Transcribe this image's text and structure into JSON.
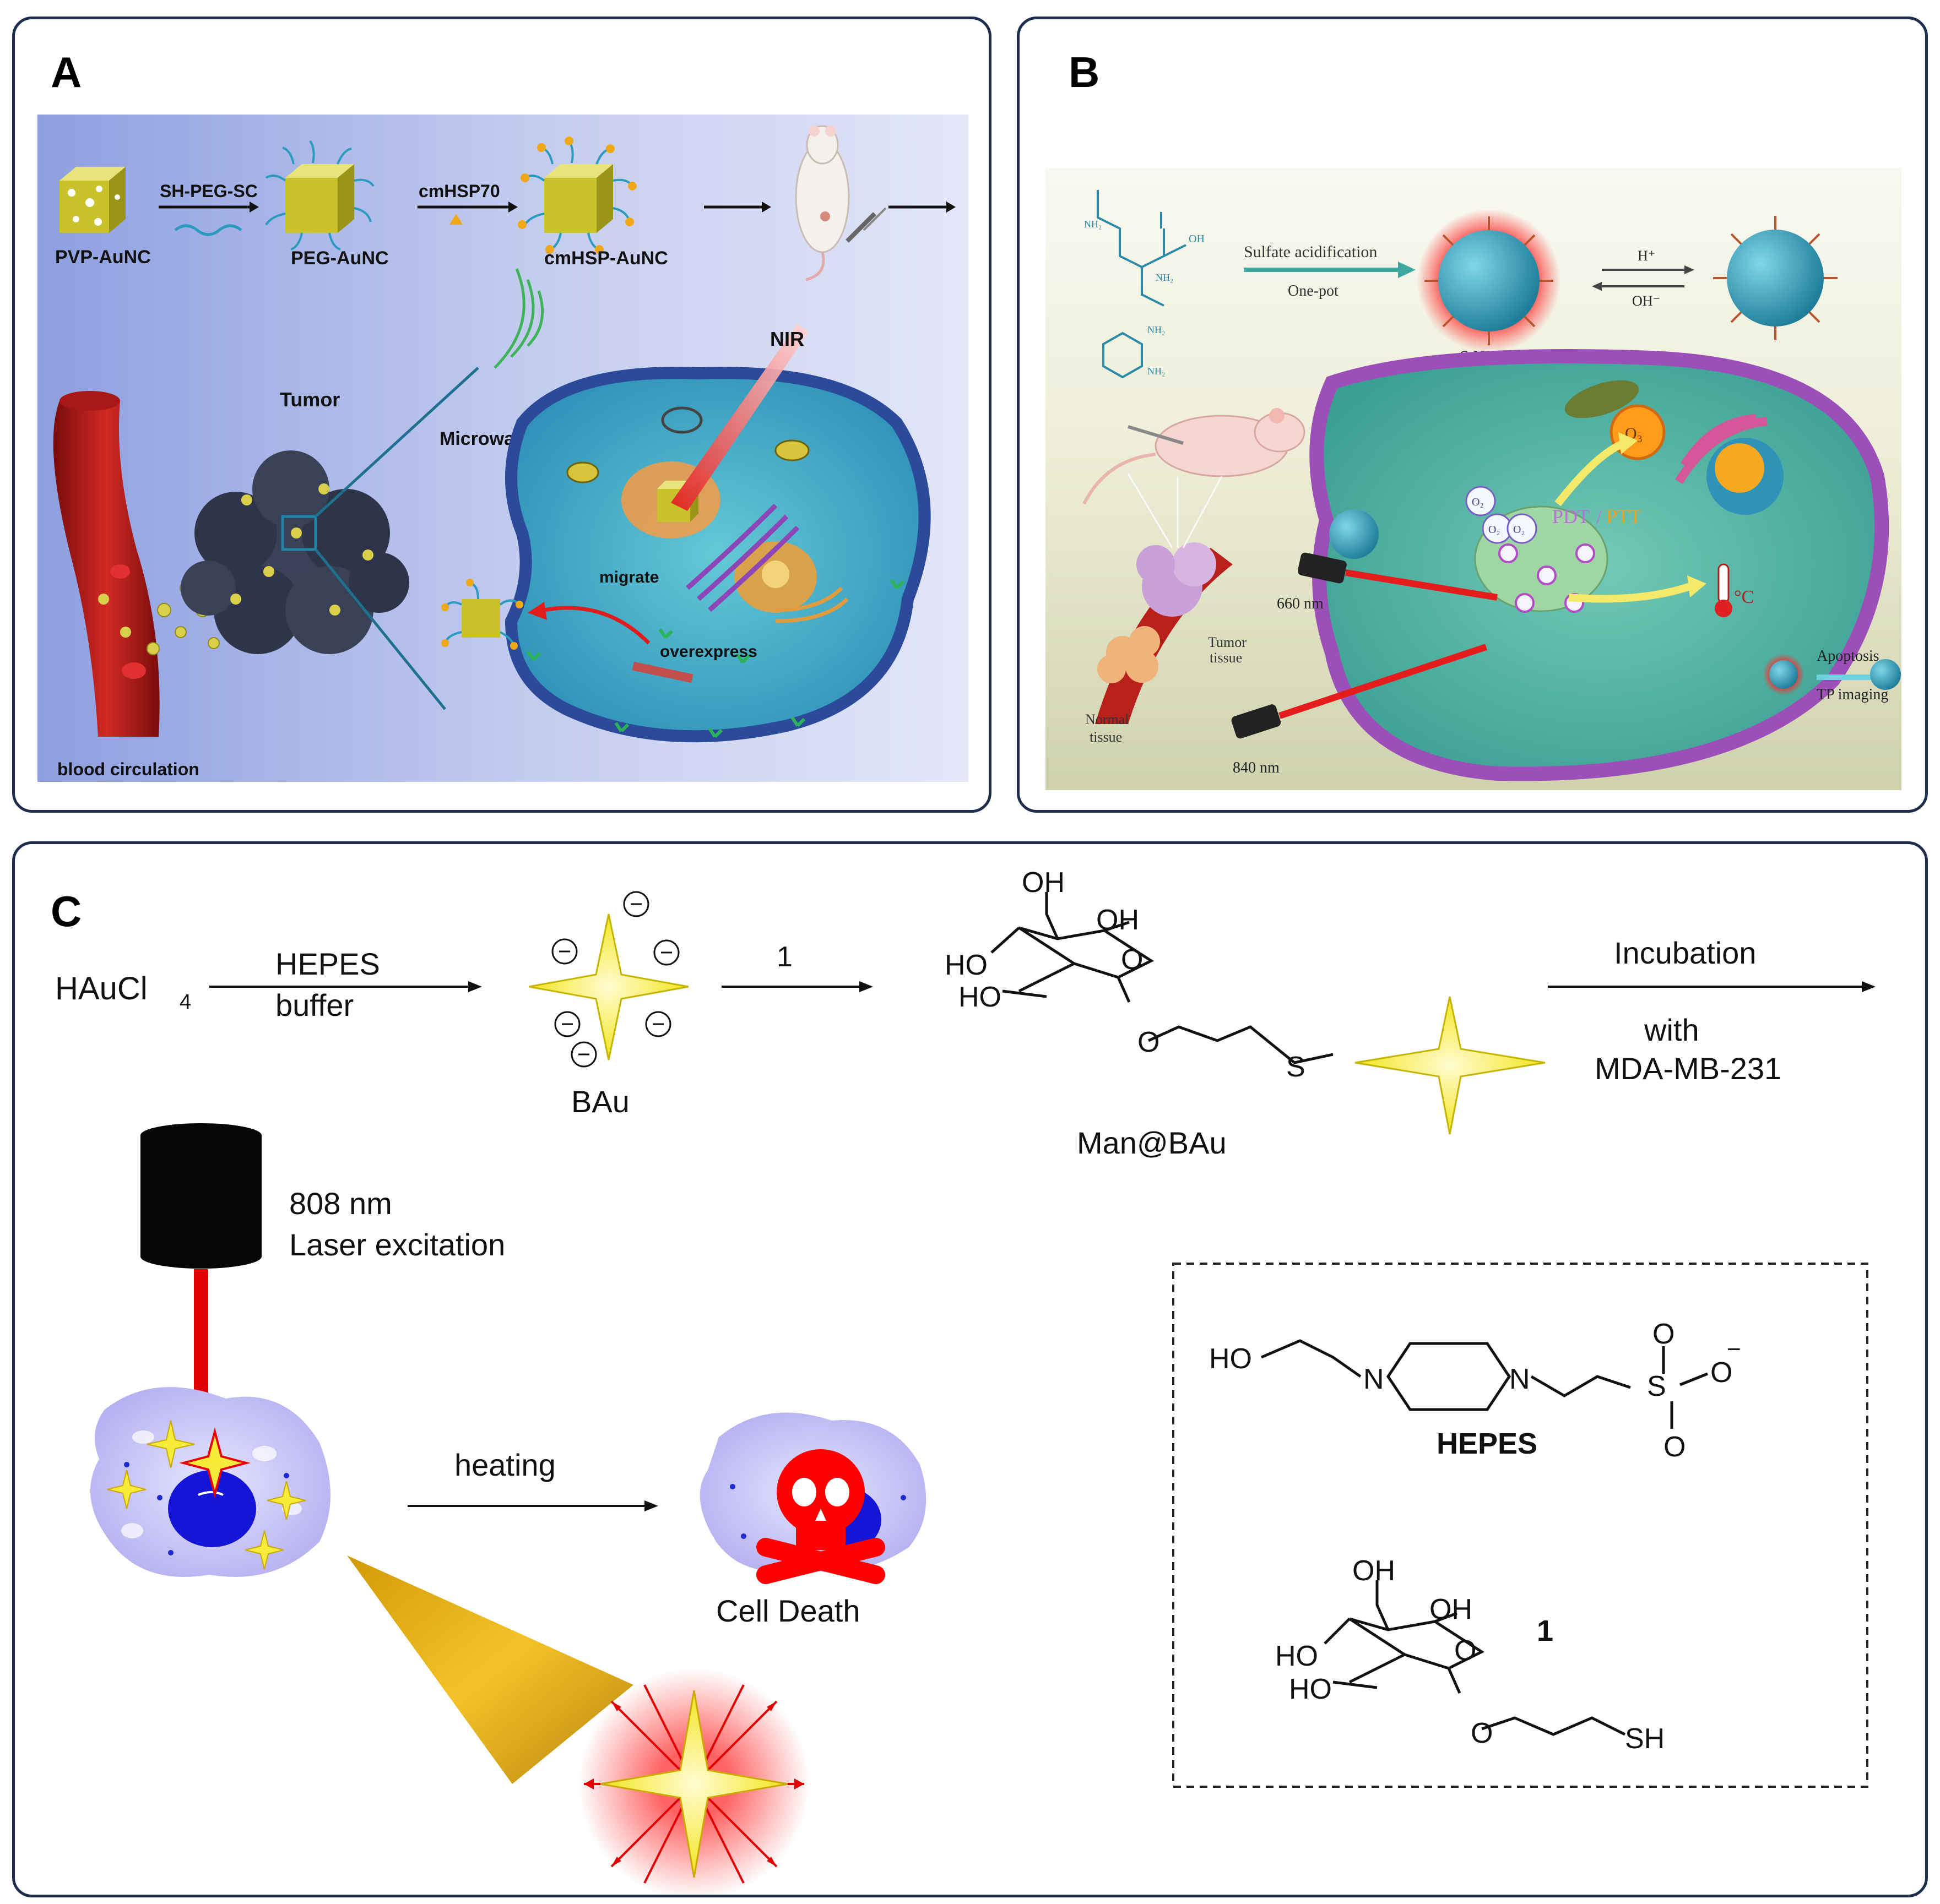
{
  "panel_a": {
    "label": "A",
    "steps": {
      "pvp": "PVP-AuNC",
      "reagent1": "SH-PEG-SC",
      "peg": "PEG-AuNC",
      "reagent2": "cmHSP70",
      "cmhsp": "cmHSP-AuNC"
    },
    "labels": {
      "tumor": "Tumor",
      "microwave": "Microwave",
      "nir": "NIR",
      "migrate": "migrate",
      "overexpress": "overexpress",
      "blood": "blood circulation"
    }
  },
  "panel_b": {
    "label": "B",
    "reaction": {
      "top": "Sulfate acidification",
      "bottom": "One-pot",
      "product": "S,N-CDs",
      "acid": "H⁺",
      "base": "OH⁻"
    },
    "molecule": {
      "nh2_a": "NH₂",
      "nh2_b": "NH₂",
      "oh": "OH",
      "nh2_c": "NH₂",
      "nh2_d": "NH₂"
    },
    "labels": {
      "l660": "660 nm",
      "l840": "840 nm",
      "tumor_tissue": "Tumor\ntissue",
      "normal_tissue": "Normal\ntissue",
      "pdt": "PDT",
      "slash": "/",
      "ptt": "PTT",
      "apoptosis": "Apoptosis",
      "tp": "TP imaging",
      "temp": "°C",
      "o2": "O₂",
      "o2b": "O₂",
      "o2c": "O₂",
      "o3": "O₃"
    }
  },
  "panel_c": {
    "label": "C",
    "haucl": "HAuCl",
    "haucl_sub": "4",
    "hepes_top": "HEPES",
    "hepes_bottom": "buffer",
    "bau": "BAu",
    "step1": "1",
    "man": "Man@BAu",
    "incubation": "Incubation",
    "with": "with",
    "cell_line": "MDA-MB-231",
    "laser_nm": "808 nm",
    "laser": "Laser excitation",
    "heating": "heating",
    "death": "Cell Death",
    "minus": "−",
    "mol_ho": "HO",
    "mol_oh": "OH",
    "mol_o": "O",
    "mol_s": "S",
    "mol_n": "N",
    "mol_sh": "SH",
    "hepes_name": "HEPES",
    "compound_num": "1"
  }
}
